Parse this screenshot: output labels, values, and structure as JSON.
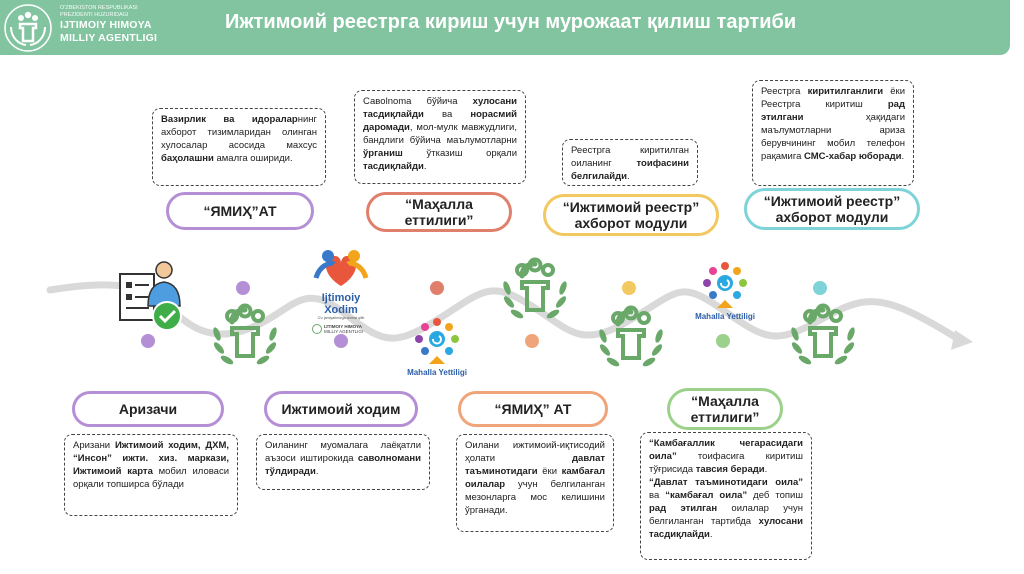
{
  "header": {
    "org_line1": "O'ZBEKISTON RESPUBLIKASI",
    "org_line2": "PREZIDENTI HUZURIDAGI",
    "org_line3": "IJTIMOIY HIMOYA",
    "org_line4": "MILLIY AGENTLIGI",
    "title": "Ижтимоий реестрга кириш учун мурожаат қилиш тартиби"
  },
  "top_notes": [
    {
      "parts": [
        [
          "b",
          "Вазирлик ва идоралар"
        ],
        [
          "t",
          "нинг ахборот тизимларидан олинган хулосалар асосида махсус "
        ],
        [
          "b",
          "баҳолашни"
        ],
        [
          "t",
          " амалга ошириди."
        ]
      ]
    },
    {
      "parts": [
        [
          "t",
          "Савolnoma бўйича "
        ],
        [
          "b",
          "хулосани тасдиқлайди"
        ],
        [
          "t",
          " ва "
        ],
        [
          "b",
          "норасмий даромади"
        ],
        [
          "t",
          ", мол-мулк мавжудлиги, бандлиги бўйича маълумотларни "
        ],
        [
          "b",
          "ўрганиш"
        ],
        [
          "t",
          " ўтказиш орқали "
        ],
        [
          "b",
          "тасдиқлайди"
        ],
        [
          "t",
          "."
        ]
      ]
    },
    {
      "parts": [
        [
          "t",
          "Реестрга киритилган оиланинг "
        ],
        [
          "b",
          "тоифасини белгилайди"
        ],
        [
          "t",
          "."
        ]
      ]
    },
    {
      "parts": [
        [
          "t",
          "Реестрга "
        ],
        [
          "b",
          "киритилганлиги"
        ],
        [
          "t",
          " ёки Реестрга киритиш "
        ],
        [
          "b",
          "рад этилгани"
        ],
        [
          "t",
          " ҳақидаги маълумотларни ариза берувчининг мобил телефон рақамига "
        ],
        [
          "b",
          "СМС-хабар юборади"
        ],
        [
          "t",
          "."
        ]
      ]
    }
  ],
  "top_pills": [
    "“ЯМИҲ”АТ",
    "“Маҳалла еттилиги”",
    "“Ижтимоий реестр” ахборот модули",
    "“Ижтимоий реестр” ахборот модули"
  ],
  "bottom_pills": [
    "Аризачи",
    "Ижтимоий ходим",
    "“ЯМИҲ” АТ",
    "“Маҳалла еттилиги”"
  ],
  "bottom_notes": [
    {
      "parts": [
        [
          "t",
          "Аризани "
        ],
        [
          "b",
          "Ижтимоий ходим, ДХМ, “Инсон” ижти. хиз. маркази, Ижтимоий карта"
        ],
        [
          "t",
          " мобил иловаси орқали топширса бўлади"
        ]
      ]
    },
    {
      "parts": [
        [
          "t",
          "Оиланинг муомалага лаёқатли аъзоси иштирокида "
        ],
        [
          "b",
          "саволномани тўлдиради"
        ],
        [
          "t",
          "."
        ]
      ]
    },
    {
      "parts": [
        [
          "t",
          "Оилани ижтимоий-иқтисодий ҳолати "
        ],
        [
          "b",
          "давлат таъминотидаги"
        ],
        [
          "t",
          " ёки "
        ],
        [
          "b",
          "камбағал оилалар"
        ],
        [
          "t",
          " учун белгиланган мезонларга мос келишини ўрганади."
        ]
      ]
    },
    {
      "parts": [
        [
          "b",
          "“Камбағаллик чегарасидаги оила”"
        ],
        [
          "t",
          " тоифасига киритиш тўғрисида "
        ],
        [
          "b",
          "тавсия беради"
        ],
        [
          "t",
          ". "
        ],
        [
          "br",
          ""
        ],
        [
          "b",
          "“Давлат таъминотидаги оила”"
        ],
        [
          "t",
          " ва "
        ],
        [
          "b",
          "“камбағал оила”"
        ],
        [
          "t",
          " деб топиш "
        ],
        [
          "b",
          "рад этилган"
        ],
        [
          "t",
          " оилалар учун белгиланган тартибда "
        ],
        [
          "b",
          "хулосани тасдиқлайди"
        ],
        [
          "t",
          "."
        ]
      ]
    }
  ],
  "logos": {
    "ijtimoiy_xodim_1": "Ijtimoiy Xodim",
    "ijtimoiy_xodim_2": "O'z jamiyatimizga xizmat qilib",
    "ijtimoiy_xodim_3": "IJTIMOIY HIMOYA",
    "ijtimoiy_xodim_4": "MILLIY AGENTLIGI",
    "mahalla": "Mahalla Yettiligi"
  },
  "icons": [
    "applicant-icon",
    "agency-emblem-icon",
    "ijtimoiy-xodim-logo",
    "mahalla-yettiligi-logo",
    "check-icon"
  ],
  "colors": {
    "header": "#82c4a0",
    "emblem": "#6aa86a",
    "purple": "#b58fd6",
    "red": "#e07f6c",
    "orange": "#f0a47a",
    "yellow": "#f2c860",
    "green": "#9bd18a",
    "teal": "#7dd3d8"
  }
}
